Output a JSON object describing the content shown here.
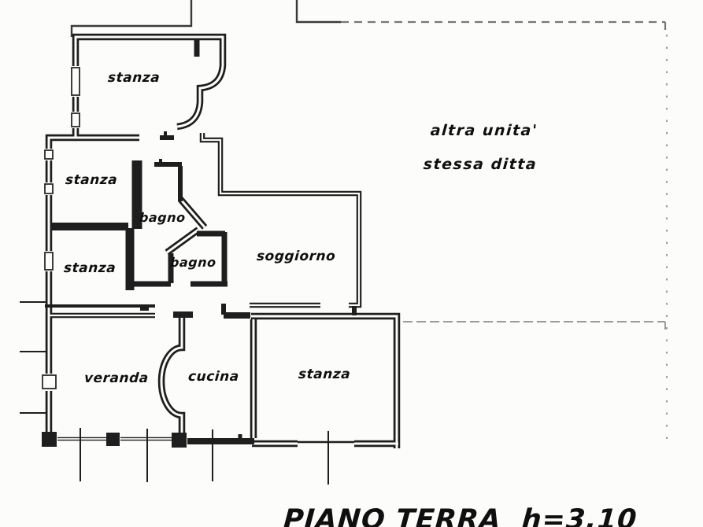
{
  "plan": {
    "caption_title": "PIANO TERRA",
    "caption_height_note": "h=3.10",
    "annotation": {
      "line1": "altra unita'",
      "line2": "stessa ditta"
    },
    "rooms": [
      {
        "id": "stanza-top",
        "label": "stanza"
      },
      {
        "id": "stanza-middle",
        "label": "stanza"
      },
      {
        "id": "stanza-lower",
        "label": "stanza"
      },
      {
        "id": "bagno-upper",
        "label": "bagno"
      },
      {
        "id": "bagno-lower",
        "label": "bagno"
      },
      {
        "id": "soggiorno",
        "label": "soggiorno"
      },
      {
        "id": "veranda",
        "label": "veranda"
      },
      {
        "id": "cucina",
        "label": "cucina"
      },
      {
        "id": "stanza-bottom",
        "label": "stanza"
      }
    ]
  },
  "colors": {
    "background": "#fcfcfa",
    "wall": "#1e1e1e",
    "boundary_line": "#3a3a3a",
    "dashed_line": "#828282",
    "text": "#0f0f0f"
  }
}
